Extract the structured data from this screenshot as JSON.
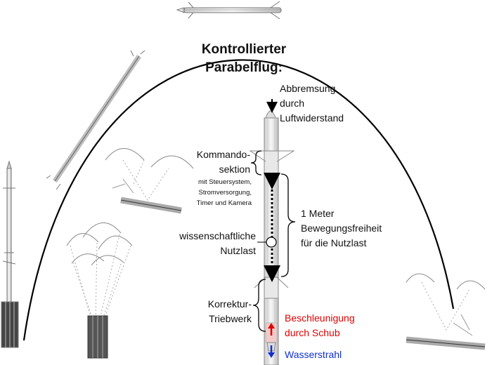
{
  "title": [
    "Kontrollierter",
    "Parabelflug:"
  ],
  "labels": {
    "abbremsung": [
      "Abbremsung",
      "durch",
      "Luftwiderstand"
    ],
    "kommando": [
      "Kommando-",
      "sektion"
    ],
    "kommando_detail": [
      "mit Steuersystem,",
      "Stromversorgung,",
      "Timer und Kamera"
    ],
    "meter": [
      "1 Meter",
      "Bewegungsfreiheit",
      "für die Nutzlast"
    ],
    "nutzlast": [
      "wissenschaftliche",
      "Nutzlast"
    ],
    "korrektur": [
      "Korrektur-",
      "Triebwerk"
    ],
    "beschleunigung": [
      "Beschleunigung",
      "durch Schub"
    ],
    "wasserstrahl": "Wasserstrahl"
  },
  "colors": {
    "thrust": "#e00000",
    "water": "#1030d0",
    "line": "#000000",
    "rocket": "#777777"
  },
  "icons": {
    "deceleration_arrow": "arrow-down-icon",
    "thrust_arrow": "arrow-up-icon",
    "water_arrow": "arrow-down-icon",
    "motion_range_arrow": "double-arrow-vertical-icon"
  }
}
